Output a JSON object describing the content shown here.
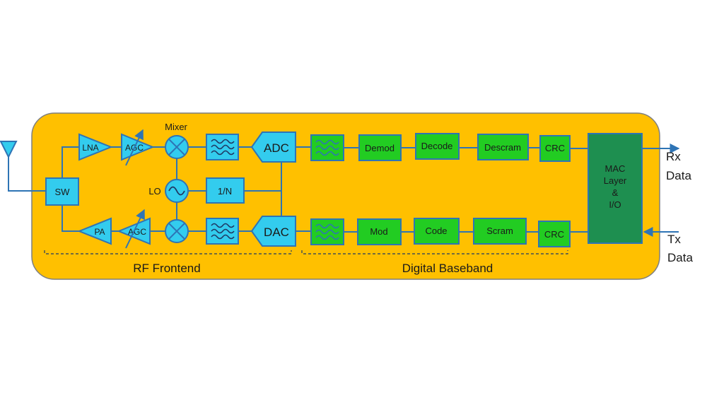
{
  "diagram": {
    "rf": {
      "sw": "SW",
      "lna": "LNA",
      "pa": "PA",
      "agc_rx": "AGC",
      "agc_tx": "AGC",
      "mixer": "Mixer",
      "lo": "LO",
      "divider": "1/N",
      "adc": "ADC",
      "dac": "DAC"
    },
    "baseband": {
      "rx": [
        "Demod",
        "Decode",
        "Descram",
        "CRC"
      ],
      "tx": [
        "Mod",
        "Code",
        "Scram",
        "CRC"
      ]
    },
    "mac": [
      "MAC",
      "Layer",
      "&",
      "I/O"
    ],
    "io": {
      "rx": [
        "Rx",
        "Data"
      ],
      "tx": [
        "Tx",
        "Data"
      ]
    },
    "sections": {
      "rf_frontend": "RF Frontend",
      "digital_baseband": "Digital Baseband"
    },
    "colors": {
      "panel": "#ffc000",
      "rf_block": "#33ccee",
      "baseband_block": "#22cc22",
      "mac_block": "#1e8f50",
      "wire": "#2e74b5"
    },
    "icons": {
      "antenna": "antenna-icon",
      "mixer": "mixer-icon",
      "oscillator": "sine-wave-icon",
      "filter": "filter-icon",
      "agc_arrow": "gain-arrow-icon"
    }
  }
}
